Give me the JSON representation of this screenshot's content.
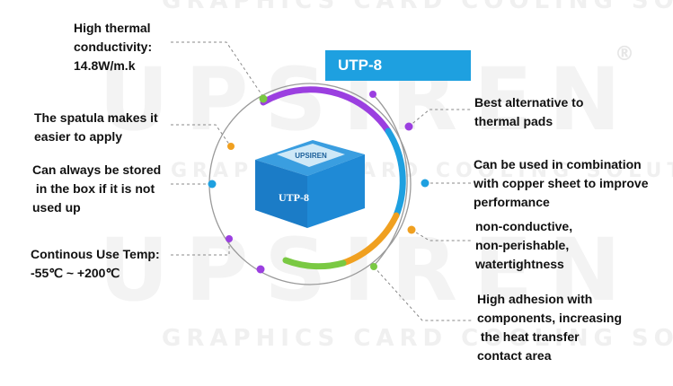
{
  "watermark": {
    "brand": "UPSIREN",
    "tagline": "GRAPHICS CARD COOLING SOLUTION",
    "registered": "®"
  },
  "product": {
    "name": "UTP-8",
    "box_brand": "UPSIREN",
    "box_label": "UTP-8"
  },
  "features_left": [
    "High thermal\nconductivity:\n14.8W/m.k",
    "The spatula makes it\neasier to apply",
    "Can always be stored\n in the box if it is not\nused up",
    "Continous Use Temp:\n-55℃ ~ +200℃"
  ],
  "features_right": [
    "Best alternative to\nthermal pads",
    "Can be used in combination\nwith copper sheet to improve\nperformance",
    "non-conductive,\nnon-perishable,\nwatertightness",
    "High adhesion with\ncomponents, increasing\n the heat transfer\ncontact area"
  ],
  "colors": {
    "badge": "#1ea0e0",
    "ring_purple": "#9b3fe0",
    "ring_blue": "#1ea0e0",
    "ring_orange": "#f0a020",
    "ring_green": "#7ac943",
    "dot_green": "#7ac943",
    "dot_purple": "#9b3fe0",
    "dot_blue": "#1ea0e0",
    "dot_orange": "#f0a020"
  }
}
